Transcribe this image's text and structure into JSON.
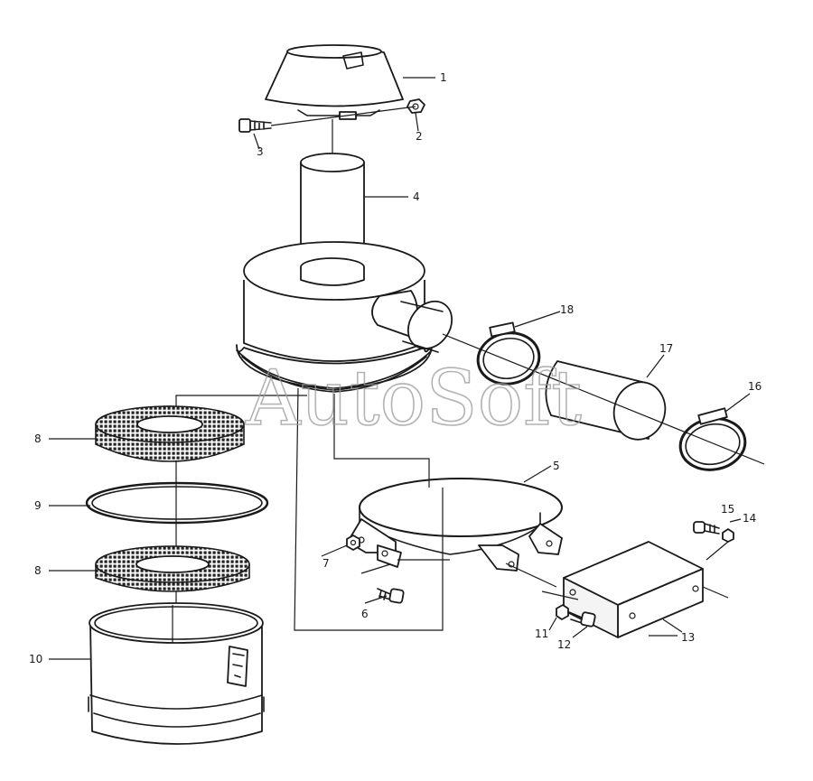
{
  "watermark": "AutoSoft",
  "callouts": {
    "c1": "1",
    "c2": "2",
    "c3": "3",
    "c4": "4",
    "c5": "5",
    "c6": "6",
    "c7": "7",
    "c8": "8",
    "c9": "9",
    "c8b": "8",
    "c10": "10",
    "c11": "11",
    "c12": "12",
    "c13": "13",
    "c14": "14",
    "c15": "15",
    "c16": "16",
    "c17": "17",
    "c18": "18"
  },
  "colors": {
    "line": "#1a1a1a",
    "background": "#ffffff",
    "watermark": "#9a9a9a"
  }
}
